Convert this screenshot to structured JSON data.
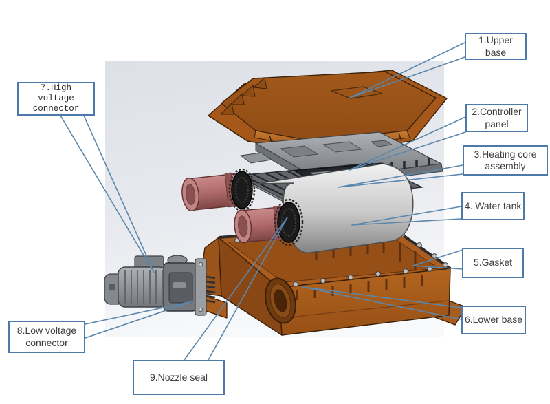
{
  "figure": {
    "type": "exploded-view-diagram",
    "callouts": [
      {
        "num": "1",
        "label": "1.Upper base"
      },
      {
        "num": "2",
        "label": "2.Controller panel"
      },
      {
        "num": "3",
        "label": "3.Heating core assembly"
      },
      {
        "num": "4",
        "label": "4. Water tank"
      },
      {
        "num": "5",
        "label": "5.Gasket"
      },
      {
        "num": "6",
        "label": "6.Lower base"
      },
      {
        "num": "7",
        "label": "7.High voltage connector"
      },
      {
        "num": "8",
        "label": "8.Low voltage connector"
      },
      {
        "num": "9",
        "label": "9.Nozzle seal"
      }
    ],
    "colors": {
      "callout_border": "#4d7aa8",
      "leader_line": "#5b87ad",
      "label_text": "#3d3d3d",
      "housing_orange": "#a85c1e",
      "housing_orange_light": "#c0752c",
      "housing_orange_dark": "#8a4716",
      "metal_gray": "#9aa0a6",
      "tank_gray_light": "#ededed",
      "tank_gray_dark": "#8a8a8a",
      "pipe_red": "#b37070",
      "seal_black": "#1b1b1b",
      "backdrop_gray": "#e0e3e9"
    }
  }
}
